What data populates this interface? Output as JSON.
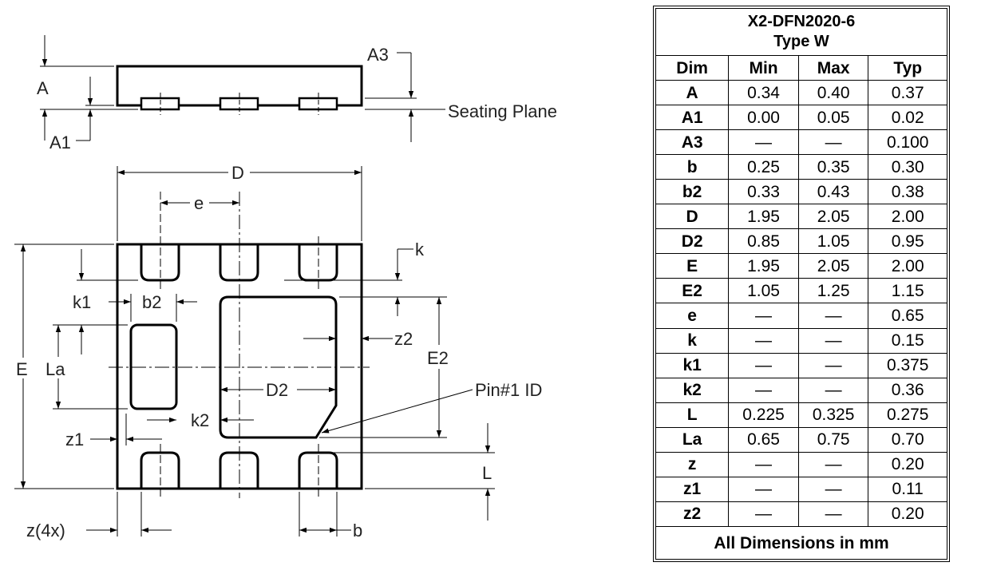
{
  "side_view": {
    "labels": {
      "A": "A",
      "A1": "A1",
      "A3": "A3",
      "seating_plane": "Seating Plane"
    }
  },
  "top_view": {
    "labels": {
      "D": "D",
      "e": "e",
      "k": "k",
      "k1": "k1",
      "b2": "b2",
      "z2": "z2",
      "E": "E",
      "La": "La",
      "E2": "E2",
      "D2": "D2",
      "pin1": "Pin#1 ID",
      "k2": "k2",
      "z1": "z1",
      "L": "L",
      "z4x": "z(4x)",
      "b": "b"
    }
  },
  "table": {
    "title_line1": "X2-DFN2020-6",
    "title_line2": "Type W",
    "headers": [
      "Dim",
      "Min",
      "Max",
      "Typ"
    ],
    "rows": [
      [
        "A",
        "0.34",
        "0.40",
        "0.37"
      ],
      [
        "A1",
        "0.00",
        "0.05",
        "0.02"
      ],
      [
        "A3",
        "—",
        "—",
        "0.100"
      ],
      [
        "b",
        "0.25",
        "0.35",
        "0.30"
      ],
      [
        "b2",
        "0.33",
        "0.43",
        "0.38"
      ],
      [
        "D",
        "1.95",
        "2.05",
        "2.00"
      ],
      [
        "D2",
        "0.85",
        "1.05",
        "0.95"
      ],
      [
        "E",
        "1.95",
        "2.05",
        "2.00"
      ],
      [
        "E2",
        "1.05",
        "1.25",
        "1.15"
      ],
      [
        "e",
        "—",
        "—",
        "0.65"
      ],
      [
        "k",
        "—",
        "—",
        "0.15"
      ],
      [
        "k1",
        "—",
        "—",
        "0.375"
      ],
      [
        "k2",
        "—",
        "—",
        "0.36"
      ],
      [
        "L",
        "0.225",
        "0.325",
        "0.275"
      ],
      [
        "La",
        "0.65",
        "0.75",
        "0.70"
      ],
      [
        "z",
        "—",
        "—",
        "0.20"
      ],
      [
        "z1",
        "—",
        "—",
        "0.11"
      ],
      [
        "z2",
        "—",
        "—",
        "0.20"
      ]
    ],
    "footer": "All Dimensions in mm"
  }
}
